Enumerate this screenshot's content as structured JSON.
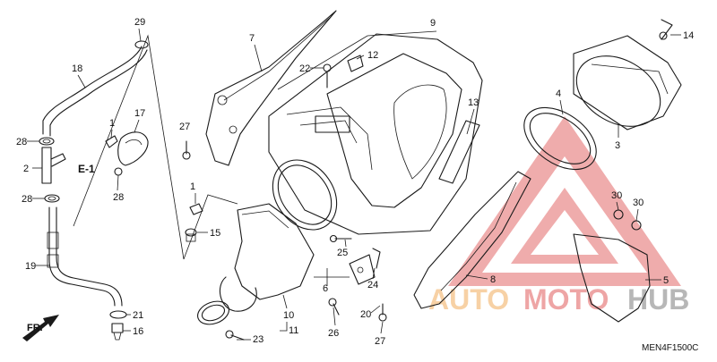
{
  "diagram_code": "MEN4F1500C",
  "ref_label": "E-1",
  "front_label": "FR.",
  "watermark": {
    "text_a": "AUTO",
    "text_b": "MOTO",
    "text_c": "HUB",
    "color_red": "#e36a6a",
    "color_orange": "#f2b36b",
    "color_gray": "#9a9a9a"
  },
  "callouts": {
    "c29": "29",
    "c18": "18",
    "c28a": "28",
    "c2": "2",
    "c28b": "28",
    "c19": "19",
    "c21": "21",
    "c16": "16",
    "c1a": "1",
    "c17": "17",
    "c28c": "28",
    "c27a": "27",
    "c7": "7",
    "c22": "22",
    "c12": "12",
    "c9": "9",
    "c13": "13",
    "c1b": "1",
    "c15": "15",
    "c10": "10",
    "c23": "23",
    "c11": "11",
    "c6": "6",
    "c25": "25",
    "c26": "26",
    "c24": "24",
    "c20": "20",
    "c27b": "27",
    "c8": "8",
    "c4": "4",
    "c3": "3",
    "c14": "14",
    "c30a": "30",
    "c30b": "30",
    "c5": "5"
  }
}
